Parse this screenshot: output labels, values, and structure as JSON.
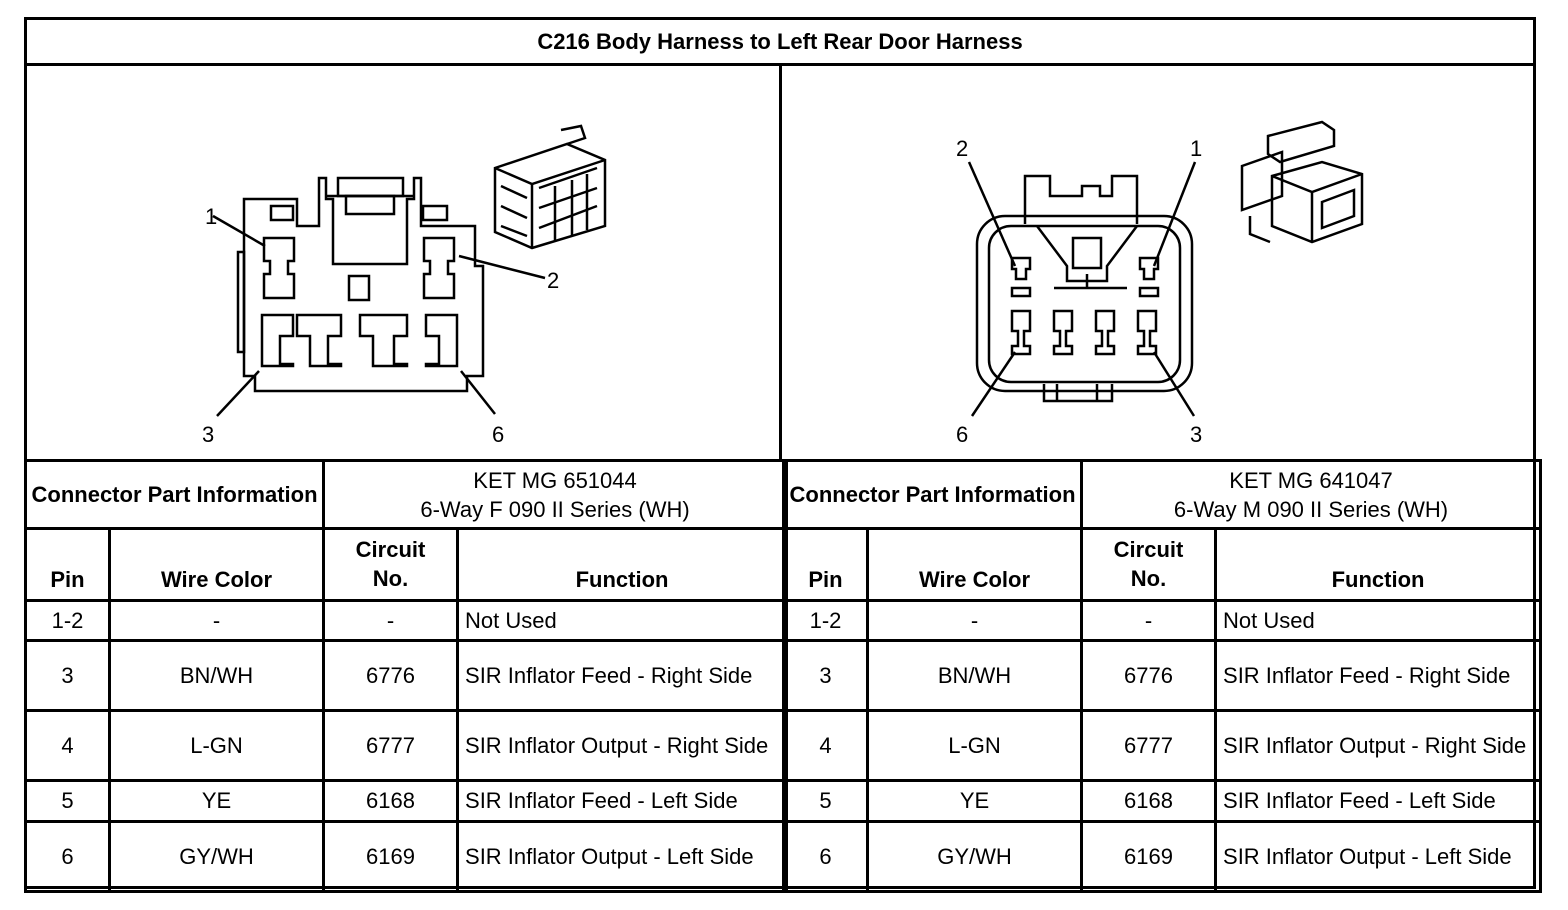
{
  "title": "C216 Body Harness to Left Rear Door Harness",
  "left": {
    "diagram_labels": [
      "1",
      "2",
      "3",
      "6"
    ],
    "part_info_label": "Connector Part Information",
    "part_number": "KET MG 651044",
    "part_desc": "6-Way F 090 II Series (WH)"
  },
  "right": {
    "diagram_labels": [
      "2",
      "1",
      "6",
      "3"
    ],
    "part_info_label": "Connector Part Information",
    "part_number": "KET MG 641047",
    "part_desc": "6-Way M 090 II Series (WH)"
  },
  "columns": {
    "pin": "Pin",
    "wire": "Wire Color",
    "circuit_line1": "Circuit",
    "circuit_line2": "No.",
    "function": "Function"
  },
  "rows": [
    {
      "pin": "1-2",
      "wire": "-",
      "circuit": "-",
      "function": "Not Used"
    },
    {
      "pin": "3",
      "wire": "BN/WH",
      "circuit": "6776",
      "function": "SIR Inflator Feed - Right Side"
    },
    {
      "pin": "4",
      "wire": "L-GN",
      "circuit": "6777",
      "function": "SIR Inflator Output - Right Side"
    },
    {
      "pin": "5",
      "wire": "YE",
      "circuit": "6168",
      "function": "SIR Inflator Feed - Left Side"
    },
    {
      "pin": "6",
      "wire": "GY/WH",
      "circuit": "6169",
      "function": "SIR Inflator Output - Left Side"
    }
  ]
}
